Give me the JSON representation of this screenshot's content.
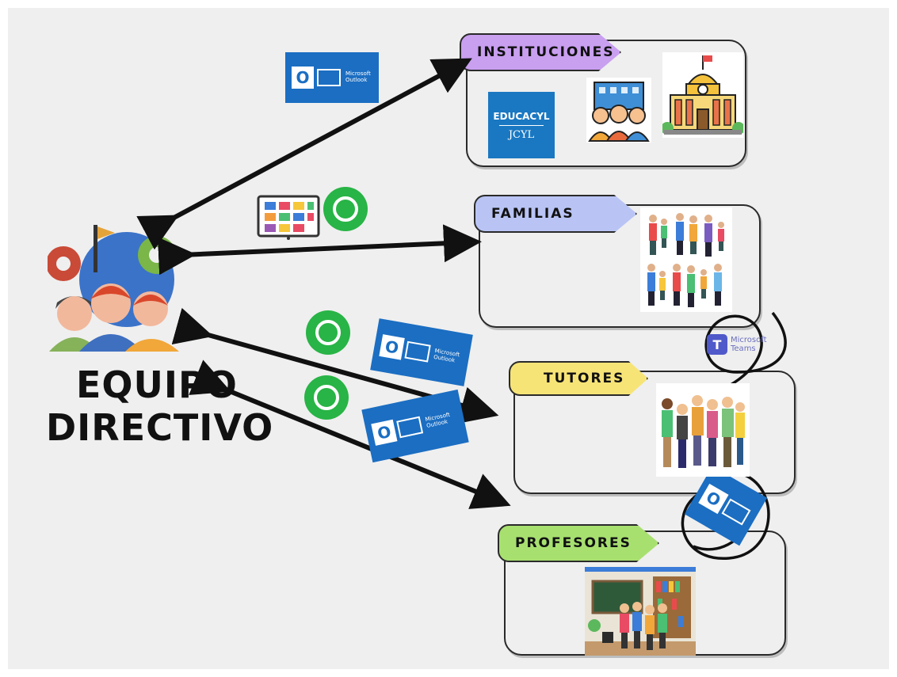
{
  "title": {
    "line1": "EQUIPO",
    "line2": "DIRECTIVO"
  },
  "groups": {
    "instituciones": "INSTITUCIONES",
    "familias": "FAMILIAS",
    "tutores": "TUTORES",
    "profesores": "PROFESORES"
  },
  "educacyl": {
    "line1": "EDUCACYL",
    "line2": "JCYL"
  },
  "outlook": {
    "brand": "Microsoft",
    "product": "Outlook"
  },
  "teams": {
    "brand": "Microsoft",
    "product": "Teams"
  },
  "colors": {
    "instituciones": "#c99ff0",
    "familias": "#b9c4f5",
    "tutores": "#f7e477",
    "profesores": "#a8e070",
    "outlook": "#1b6ec2",
    "whatsapp": "#28b446"
  }
}
